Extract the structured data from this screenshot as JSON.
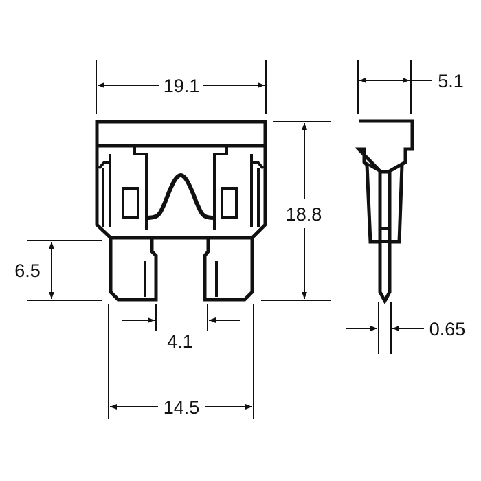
{
  "dimensions": {
    "overall_width": "19.1",
    "height": "18.8",
    "blade_length": "6.5",
    "blade_gap": "4.1",
    "blade_span": "14.5",
    "thickness": "5.1",
    "blade_thickness": "0.65"
  },
  "colors": {
    "line": "#111111",
    "fill": "#ffffff"
  }
}
